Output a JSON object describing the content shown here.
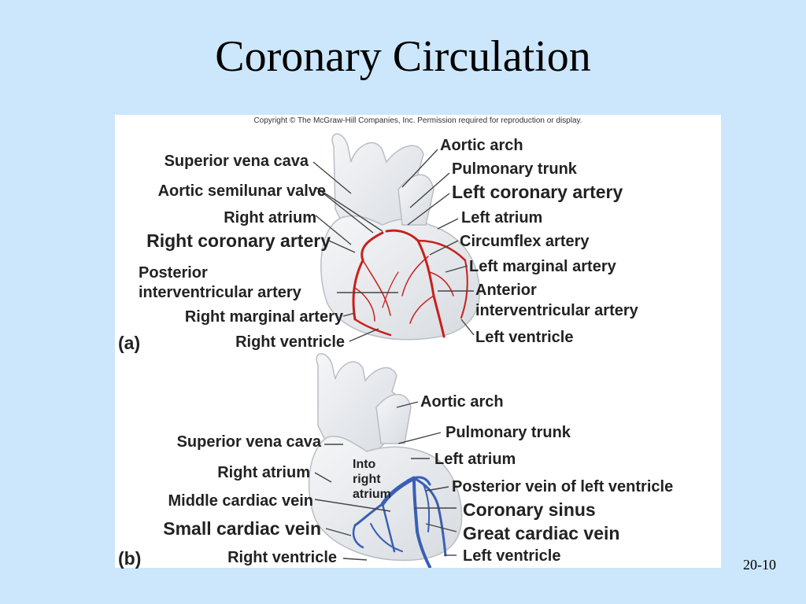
{
  "slide": {
    "title": "Coronary Circulation",
    "page_number": "20-10"
  },
  "figure": {
    "copyright": "Copyright © The McGraw-Hill Companies, Inc. Permission required for reproduction or display.",
    "panel_a": {
      "tag": "(a)",
      "labels": {
        "superior_vena_cava": "Superior vena cava",
        "aortic_semilunar_valve": "Aortic semilunar valve",
        "right_atrium": "Right atrium",
        "right_coronary_artery": "Right coronary artery",
        "posterior_line1": "Posterior",
        "posterior_line2": "interventricular artery",
        "right_marginal_artery": "Right marginal artery",
        "right_ventricle": "Right ventricle",
        "aortic_arch": "Aortic arch",
        "pulmonary_trunk": "Pulmonary trunk",
        "left_coronary_artery": "Left coronary artery",
        "left_atrium": "Left atrium",
        "circumflex_artery": "Circumflex artery",
        "left_marginal_artery": "Left marginal artery",
        "anterior_line1": "Anterior",
        "anterior_line2": "interventricular artery",
        "left_ventricle": "Left ventricle"
      }
    },
    "panel_b": {
      "tag": "(b)",
      "labels": {
        "superior_vena_cava": "Superior vena cava",
        "right_atrium": "Right atrium",
        "middle_cardiac_vein": "Middle cardiac vein",
        "small_cardiac_vein": "Small cardiac vein",
        "right_ventricle": "Right ventricle",
        "aortic_arch": "Aortic arch",
        "pulmonary_trunk": "Pulmonary trunk",
        "left_atrium": "Left atrium",
        "posterior_vein": "Posterior vein of left ventricle",
        "coronary_sinus": "Coronary sinus",
        "great_cardiac_vein": "Great cardiac vein",
        "left_ventricle": "Left ventricle",
        "into_line1": "Into",
        "into_line2": "right",
        "into_line3": "atrium"
      }
    },
    "colors": {
      "artery": "#c8201c",
      "vein": "#3a5fb4",
      "heart": "#e9ecef",
      "heart_outline": "#b9bec4"
    }
  }
}
